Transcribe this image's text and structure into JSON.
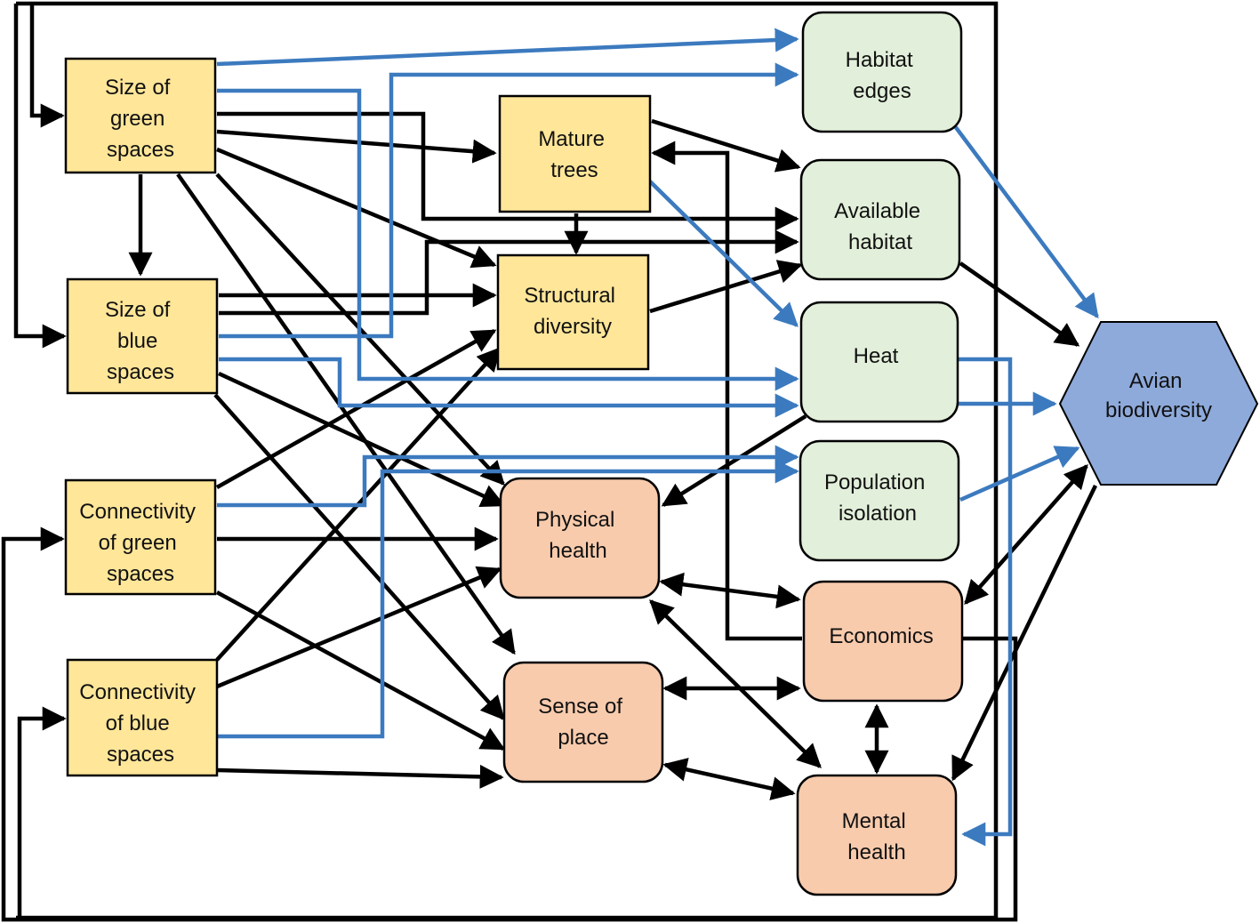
{
  "nodes": {
    "size_green": {
      "lines": [
        "Size of",
        "green",
        "spaces"
      ]
    },
    "size_blue": {
      "lines": [
        "Size of",
        "blue",
        "spaces"
      ]
    },
    "conn_green": {
      "lines": [
        "Connectivity",
        "of green",
        "spaces"
      ]
    },
    "conn_blue": {
      "lines": [
        "Connectivity",
        "of blue",
        "spaces"
      ]
    },
    "mature_trees": {
      "lines": [
        "Mature",
        "trees"
      ]
    },
    "structural": {
      "lines": [
        "Structural",
        "diversity"
      ]
    },
    "habitat_edges": {
      "lines": [
        "Habitat",
        "edges"
      ]
    },
    "available": {
      "lines": [
        "Available",
        "habitat"
      ]
    },
    "heat": {
      "lines": [
        "Heat"
      ]
    },
    "population": {
      "lines": [
        "Population",
        "isolation"
      ]
    },
    "physical": {
      "lines": [
        "Physical",
        "health"
      ]
    },
    "sense": {
      "lines": [
        "Sense of",
        "place"
      ]
    },
    "economics": {
      "lines": [
        "Economics"
      ]
    },
    "mental": {
      "lines": [
        "Mental",
        "health"
      ]
    },
    "avian": {
      "lines": [
        "Avian",
        "biodiversity"
      ]
    }
  },
  "colors": {
    "driver_fill": "#ffe699",
    "ecological_fill": "#e2efda",
    "human_fill": "#f8cbad",
    "avian_fill": "#8eaadb",
    "edge_black": "#000000",
    "edge_blue": "#3c7abf"
  }
}
